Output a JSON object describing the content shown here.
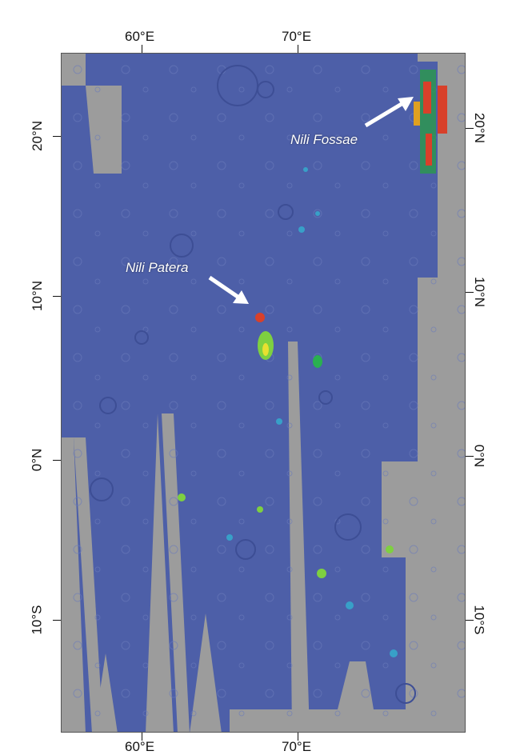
{
  "colors": {
    "basemap": "#9a9a9a",
    "overlay": "#4d5fa8",
    "frame": "#555555"
  },
  "axes": {
    "lon_top": [
      "60°E",
      "70°E"
    ],
    "lon_bottom": [
      "60°E",
      "70°E"
    ],
    "lat_left": [
      "20°N",
      "10°N",
      "0°N",
      "10°S"
    ],
    "lat_right": [
      "20°N",
      "10°N",
      "0°N",
      "10°S"
    ]
  },
  "annotations": {
    "nili_fossae": "Nili Fossae",
    "nili_patera": "Nili Patera"
  },
  "features": {
    "arrow_icon": "arrow-icon",
    "detection_legend": [
      "blue",
      "green",
      "yellow",
      "red"
    ]
  }
}
